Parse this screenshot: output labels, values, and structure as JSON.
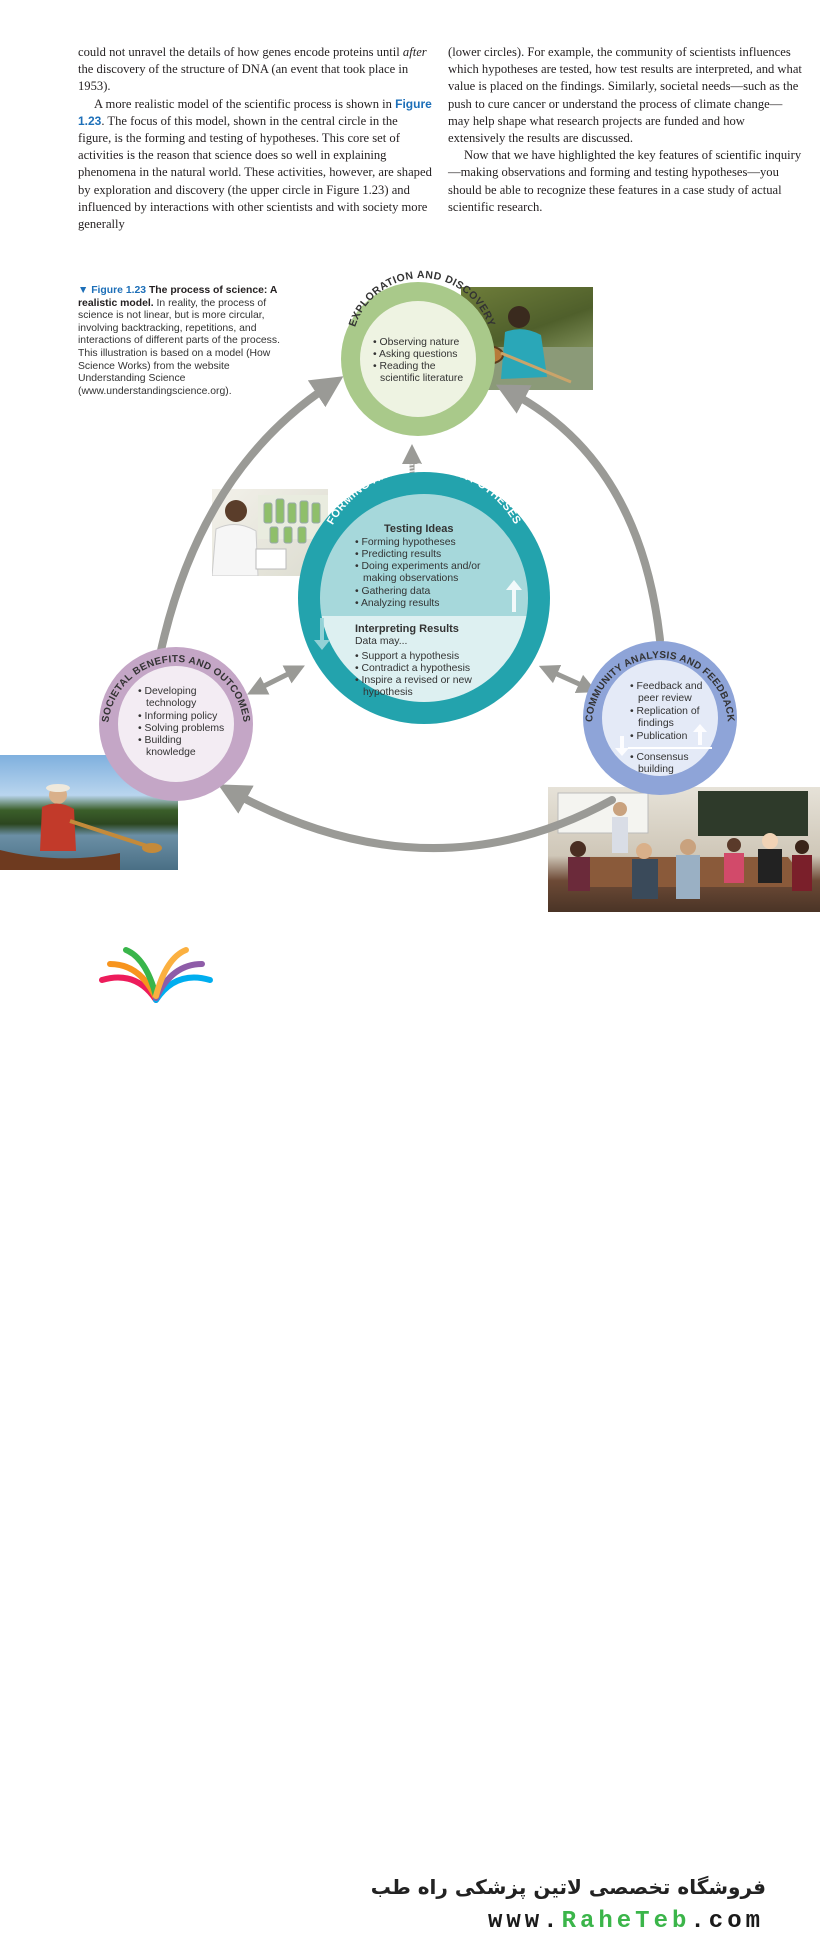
{
  "body_text": {
    "left_p1_a": "could not unravel the details of how genes encode proteins until ",
    "left_p1_after": "after",
    "left_p1_b": " the discovery of the structure of DNA (an event that took place in 1953).",
    "left_p2_a": "A more realistic model of the scientific process is shown in ",
    "left_p2_ref": "Figure 1.23",
    "left_p2_b": ". The focus of this model, shown in the central circle in the figure, is the forming and testing of hypotheses. This core set of activities is the reason that science does so well in explaining phenomena in the natural world. These activities, however, are shaped by exploration and discovery (the upper circle in Figure 1.23) and influenced by interactions with other scientists and with society more generally",
    "right_p1": "(lower circles). For example, the community of scientists influences which hypotheses are tested, how test results are interpreted, and what value is placed on the findings. Similarly, societal needs—such as the push to cure cancer or understand the process of climate change—may help shape what research projects are funded and how extensively the results are discussed.",
    "right_p2": "Now that we have highlighted the key features of scientific inquiry—making observations and forming and testing hypotheses—you should be able to recognize these features in a case study of actual scientific research."
  },
  "caption": {
    "marker": "▼",
    "title": "Figure 1.23",
    "title_bold": "The process of science: A realistic model.",
    "text": "In reality, the process of science is not linear, but is more circular, involving backtracking, repetitions, and interactions of different parts of the process. This illustration is based on a model (How Science Works) from the website Understanding Science (www.understandingscience.org)."
  },
  "diagram": {
    "exploration": {
      "title": "EXPLORATION AND DISCOVERY",
      "items": [
        "• Observing nature",
        "• Asking questions",
        "• Reading the",
        "scientific literature"
      ]
    },
    "central": {
      "title": "FORMING AND TESTING HYPOTHESES",
      "testing_heading": "Testing Ideas",
      "testing_items": [
        "• Forming hypotheses",
        "• Predicting results",
        "• Doing experiments and/or",
        "making observations",
        "• Gathering data",
        "• Analyzing results"
      ],
      "interpreting_heading": "Interpreting Results",
      "interpreting_sub": "Data may...",
      "interpreting_items": [
        "• Support a hypothesis",
        "• Contradict a hypothesis",
        "• Inspire a revised or new",
        "hypothesis"
      ]
    },
    "societal": {
      "title": "SOCIETAL BENEFITS AND OUTCOMES",
      "items": [
        "• Developing",
        "technology",
        "• Informing policy",
        "• Solving problems",
        "• Building",
        "knowledge"
      ]
    },
    "community": {
      "title": "COMMUNITY ANALYSIS AND FEEDBACK",
      "items": [
        "• Feedback and",
        "peer review",
        "• Replication of",
        "findings",
        "• Publication",
        "• Consensus",
        "building"
      ]
    },
    "colors": {
      "exploration_ring": "#a9c98a",
      "exploration_fill": "#eef3e2",
      "central_ring": "#23a3ad",
      "central_top": "#a6d8db",
      "central_bottom": "#ddf0f1",
      "societal_ring": "#c4a6c6",
      "societal_fill": "#f3ecf3",
      "community_ring": "#8ea4d8",
      "community_fill": "#e4eaf7",
      "arrow": "#9a9a96"
    }
  },
  "footer": {
    "store_name": "فروشگاه تخصصی لاتین پزشکی  راه طب",
    "url_prefix": "www.",
    "url_brand_1": "Rahe",
    "url_brand_2": "Teb",
    "url_suffix": ".com"
  }
}
